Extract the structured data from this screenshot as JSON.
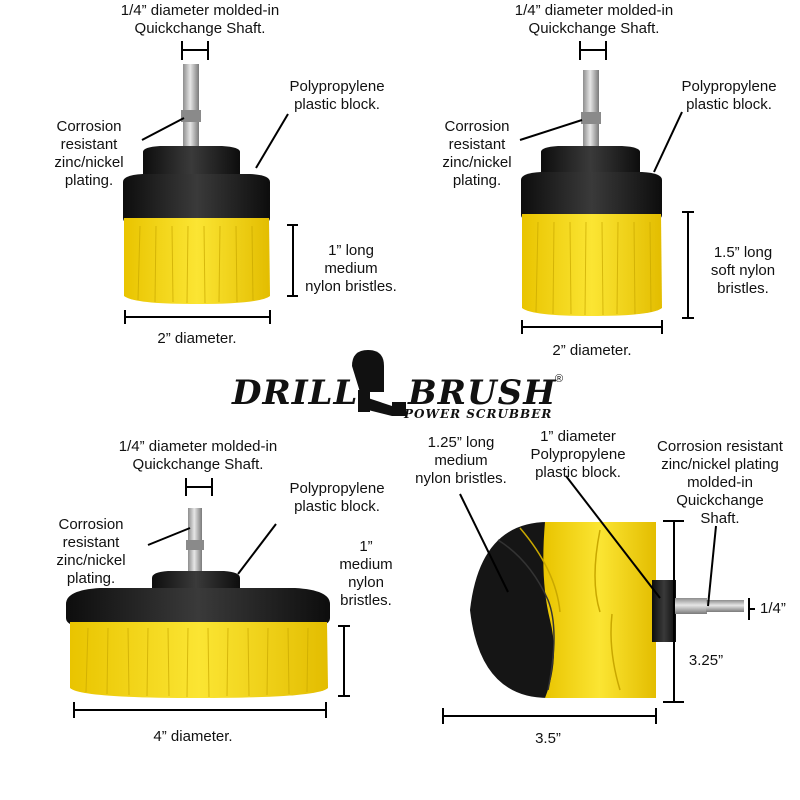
{
  "colors": {
    "bristle_yellow": "#f6d80f",
    "bristle_black": "#161616",
    "block": "#1e1e1e",
    "steel": "#b9b9b9",
    "line": "#000000"
  },
  "logo": {
    "word_left": "DRILL",
    "word_right": "BRUSH",
    "registered": "®",
    "tagline": "POWER SCRUBBER",
    "icon": "drill-icon"
  },
  "panels": {
    "top_left": {
      "shaft": "1/4” diameter molded-in\nQuickchange Shaft.",
      "block": "Polypropylene\nplastic block.",
      "plating": "Corrosion\nresistant\nzinc/nickel\nplating.",
      "bristles": "1” long\nmedium\nnylon bristles.",
      "diameter": "2” diameter."
    },
    "top_right": {
      "shaft": "1/4” diameter molded-in\nQuickchange Shaft.",
      "block": "Polypropylene\nplastic block.",
      "plating": "Corrosion\nresistant\nzinc/nickel\nplating.",
      "bristles": "1.5” long\nsoft nylon\nbristles.",
      "diameter": "2” diameter."
    },
    "bottom_left": {
      "shaft": "1/4” diameter molded-in\nQuickchange Shaft.",
      "block": "Polypropylene\nplastic block.",
      "plating": "Corrosion\nresistant\nzinc/nickel\nplating.",
      "bristles": "1”\nmedium\nnylon\nbristles.",
      "diameter": "4” diameter."
    },
    "bottom_right": {
      "bristles": "1.25” long\nmedium\nnylon bristles.",
      "block": "1” diameter\nPolypropylene\nplastic block.",
      "plating": "Corrosion resistant\nzinc/nickel plating\nmolded-in\nQuickchange\nShaft.",
      "shaft": "1/4”",
      "height": "3.25”",
      "width": "3.5”"
    }
  }
}
